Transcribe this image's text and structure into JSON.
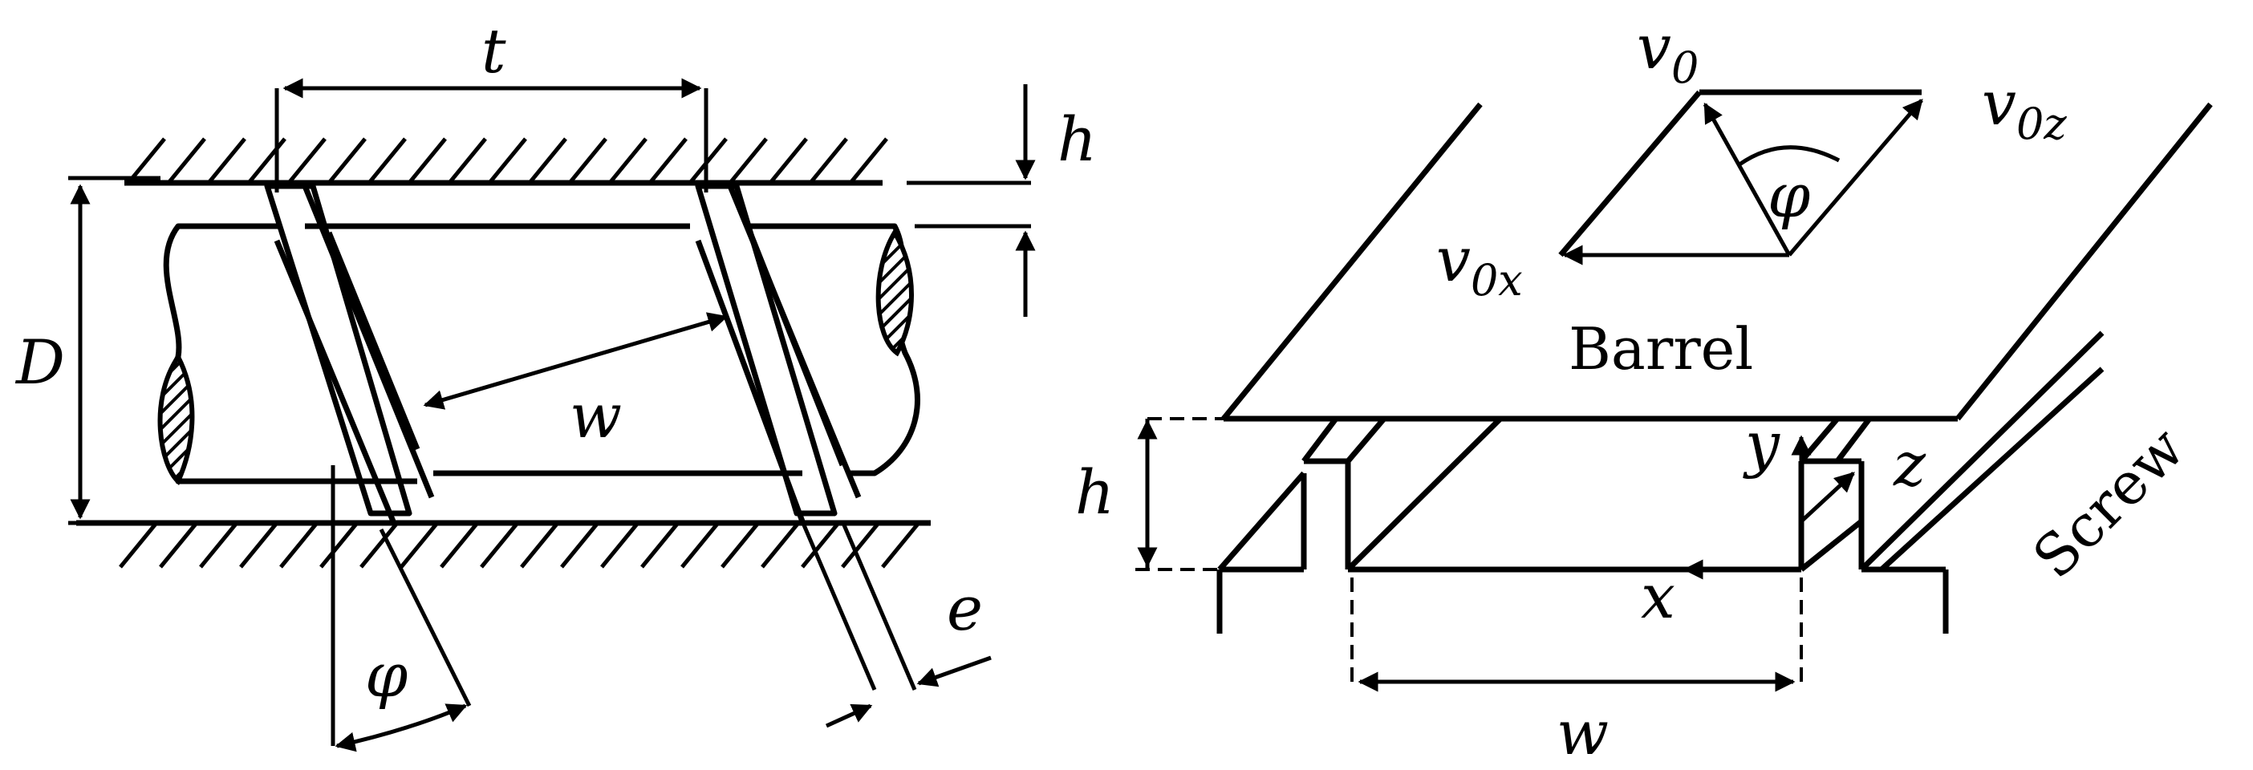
{
  "left_figure": {
    "labels": {
      "t": "t",
      "h": "h",
      "D": "D",
      "w": "w",
      "phi": "φ",
      "e": "e"
    }
  },
  "right_figure": {
    "labels": {
      "v0_base": "v",
      "v0_sub": "0",
      "v0z_base": "v",
      "v0z_sub": "0z",
      "v0x_base": "v",
      "v0x_sub": "0x",
      "phi": "φ",
      "barrel": "Barrel",
      "screw": "Screw",
      "h": "h",
      "w": "w",
      "x": "x",
      "y": "y",
      "z": "z"
    }
  }
}
